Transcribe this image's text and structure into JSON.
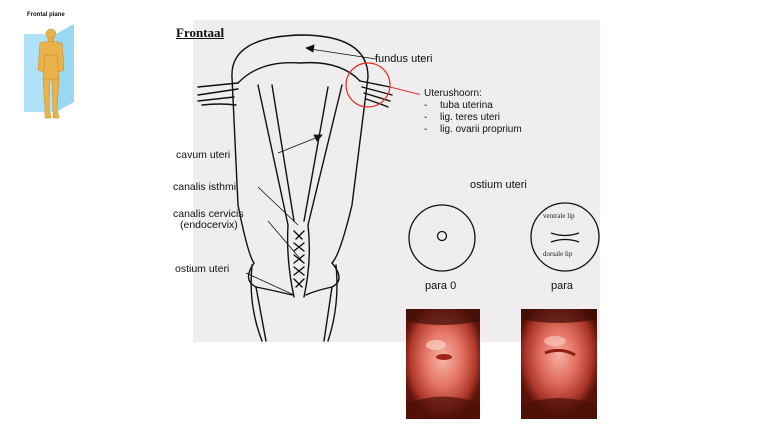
{
  "slide": {
    "title": "Frontaal",
    "inset_label": "Frontal plane",
    "labels": {
      "fundus": "fundus uteri",
      "uterushoorn": "Uterushoorn:",
      "cavum": "cavum uteri",
      "isthmus": "canalis isthmi",
      "cervicis_1": "canalis cervicis",
      "cervicis_2": "(endocervix)",
      "ostium_left": "ostium uteri",
      "ostium_right": "ostium uteri",
      "para0": "para 0",
      "para": "para",
      "ventrale": "ventrale lip",
      "dorsale": "dorsale lip"
    },
    "uterushoorn_items": [
      "tuba uterina",
      "lig. teres uteri",
      "lig. ovarii proprium"
    ],
    "colors": {
      "panel": "#efeded",
      "highlight": "#e0302a",
      "skin": "#e9b24a",
      "plane": "#8fd3f0"
    }
  }
}
